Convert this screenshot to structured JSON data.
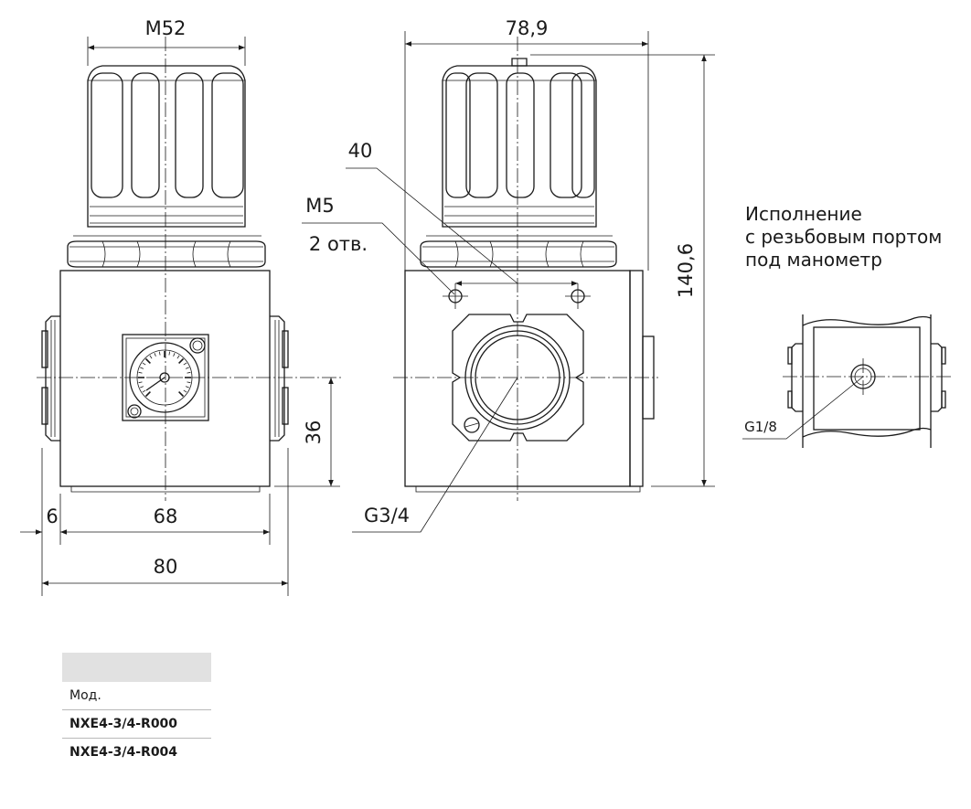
{
  "dimensions": {
    "m52": "M52",
    "d78_9": "78,9",
    "d40": "40",
    "m5": "M5",
    "holes": "2 отв.",
    "d140_6": "140,6",
    "d36": "36",
    "d6": "6",
    "d68": "68",
    "d80": "80",
    "g3_4": "G3/4",
    "g1_8": "G1/8"
  },
  "note": {
    "line1": "Исполнение",
    "line2": "с резьбовым портом",
    "line3": "под манометр"
  },
  "table": {
    "header": "Мод.",
    "rows": [
      "NXE4-3/4-R000",
      "NXE4-3/4-R004"
    ]
  }
}
